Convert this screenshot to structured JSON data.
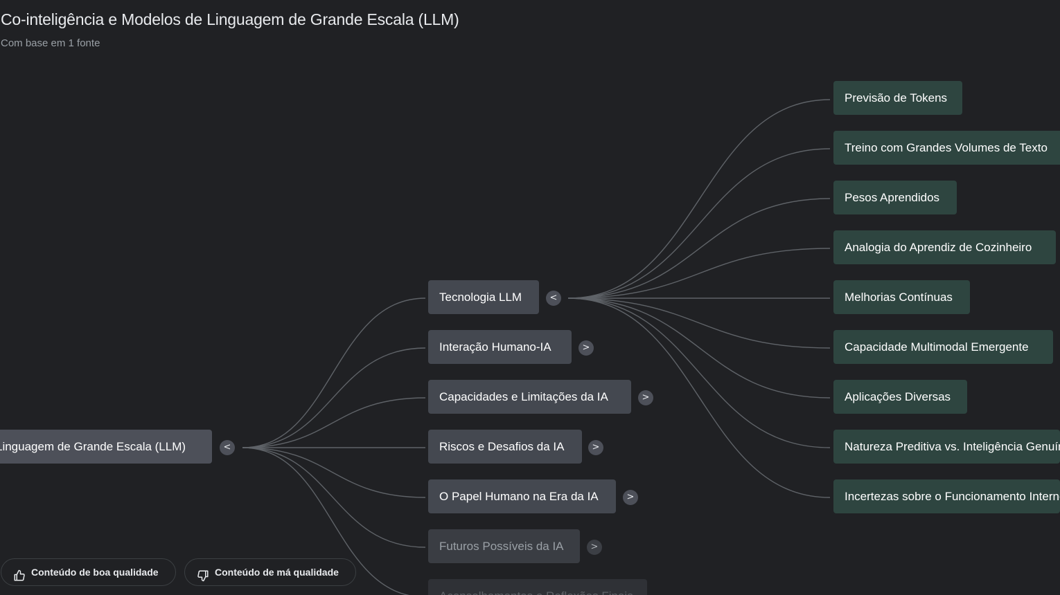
{
  "header": {
    "title": "Co-inteligência e Modelos de Linguagem de Grande Escala (LLM)",
    "subtitle": "Com base em 1 fonte"
  },
  "mindmap": {
    "root": {
      "label": "Linguagem de Grande Escala (LLM)",
      "toggle": "<"
    },
    "branches": [
      {
        "label": "Tecnologia LLM",
        "toggle": "<"
      },
      {
        "label": "Interação Humano-IA",
        "toggle": ">"
      },
      {
        "label": "Capacidades e Limitações da IA",
        "toggle": ">"
      },
      {
        "label": "Riscos e Desafios da IA",
        "toggle": ">"
      },
      {
        "label": "O Papel Humano na Era da IA",
        "toggle": ">"
      },
      {
        "label": "Futuros Possíveis da IA",
        "toggle": ">"
      },
      {
        "label": "Aconselhamentos e Reflexões Finais",
        "toggle": ">"
      }
    ],
    "leaves": [
      {
        "label": "Previsão de Tokens"
      },
      {
        "label": "Treino com Grandes Volumes de Texto"
      },
      {
        "label": "Pesos Aprendidos"
      },
      {
        "label": "Analogia do Aprendiz de Cozinheiro"
      },
      {
        "label": "Melhorias Contínuas"
      },
      {
        "label": "Capacidade Multimodal Emergente"
      },
      {
        "label": "Aplicações Diversas"
      },
      {
        "label": "Natureza Preditiva vs. Inteligência Genuína"
      },
      {
        "label": "Incertezas sobre o Funcionamento Interno"
      }
    ]
  },
  "feedback": {
    "good_label": "Conteúdo de boa qualidade",
    "good_icon": "thumbs-up-icon",
    "bad_label": "Conteúdo de má qualidade",
    "bad_icon": "thumbs-down-icon"
  },
  "colors": {
    "background": "#202124",
    "root_node": "#4d5059",
    "branch_node": "#444850",
    "leaf_node": "#2e4540",
    "edge": "#5f6368"
  }
}
